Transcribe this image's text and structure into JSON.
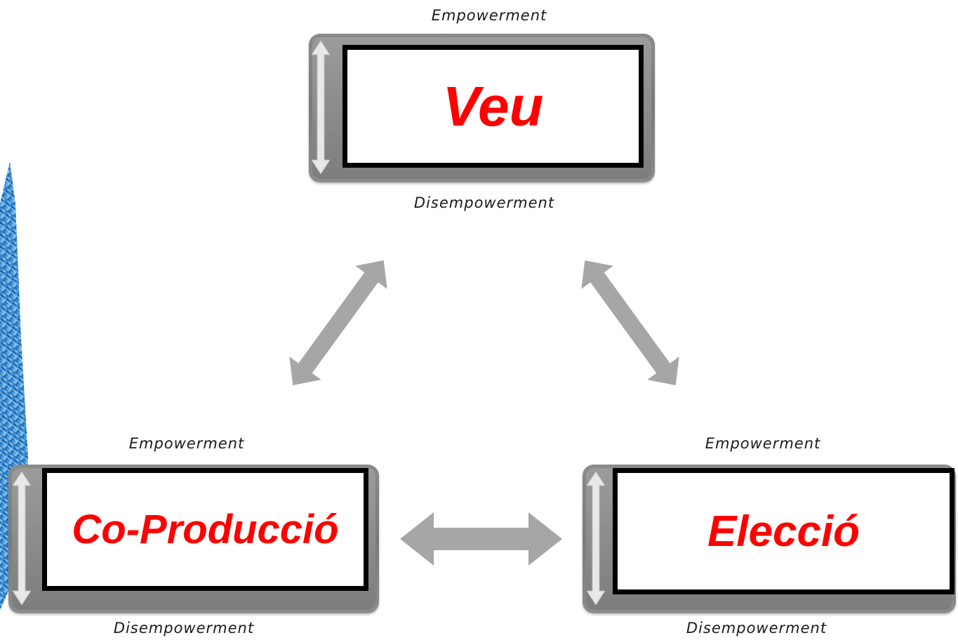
{
  "colors": {
    "label_text": "#ff0000",
    "box_border": "#000000",
    "frame_gray": "#808080",
    "connector_gray": "#a6a6a6"
  },
  "nodes": {
    "veu": {
      "top_caption": "Empowerment",
      "label": "Veu",
      "bottom_caption": "Disempowerment"
    },
    "coproduccio": {
      "top_caption": "Empowerment",
      "label": "Co-Producció",
      "bottom_caption": "Disempowerment"
    },
    "eleccio": {
      "top_caption": "Empowerment",
      "label": "Elecció",
      "bottom_caption": "Disempowerment"
    }
  },
  "connectors": [
    {
      "from": "coproduccio",
      "to": "veu",
      "icon": "double-arrow"
    },
    {
      "from": "veu",
      "to": "eleccio",
      "icon": "double-arrow"
    },
    {
      "from": "coproduccio",
      "to": "eleccio",
      "icon": "double-arrow"
    }
  ]
}
